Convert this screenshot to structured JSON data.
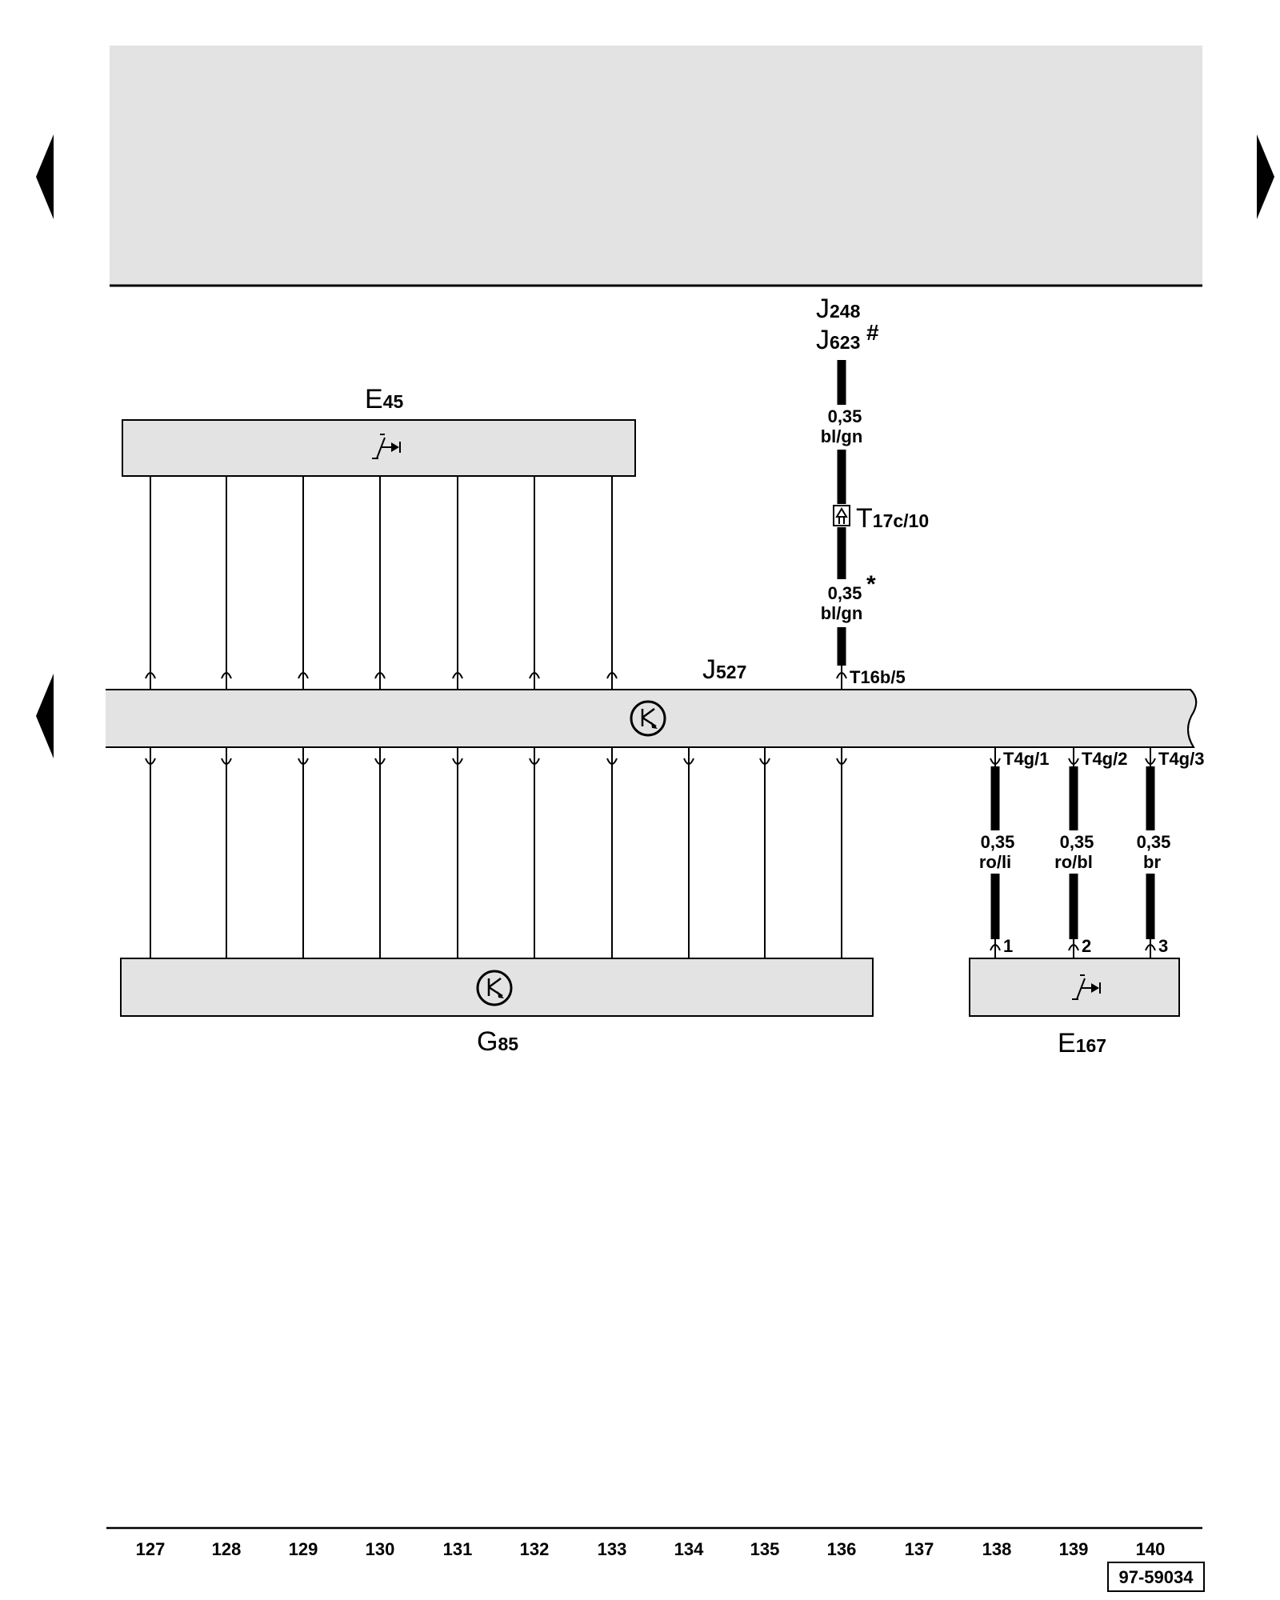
{
  "nav": {
    "prev_top_icon": "triangle-left-icon",
    "next_top_icon": "triangle-right-icon",
    "prev_mid_icon": "triangle-left-icon"
  },
  "components": {
    "e45": {
      "letter": "E",
      "number": "45",
      "symbol": "cruise-switch-icon"
    },
    "j527": {
      "letter": "J",
      "number": "527",
      "symbol": "steering-angle-icon"
    },
    "g85": {
      "letter": "G",
      "number": "85",
      "symbol": "steering-angle-icon"
    },
    "e167": {
      "letter": "E",
      "number": "167",
      "symbol": "cruise-switch-icon"
    },
    "j248": {
      "letter": "J",
      "number": "248"
    },
    "j623": {
      "letter": "J",
      "number": "623",
      "mark": "#"
    }
  },
  "connector_t17c": {
    "letter": "T",
    "number": "17c/10"
  },
  "wires": {
    "top_upper": {
      "size": "0,35",
      "color": "bl/gn"
    },
    "top_lower": {
      "size": "0,35",
      "mark": "*",
      "color": "bl/gn"
    },
    "t4g1": {
      "pin": "T4g/1",
      "size": "0,35",
      "color": "ro/li",
      "end_pin": "1"
    },
    "t4g2": {
      "pin": "T4g/2",
      "size": "0,35",
      "color": "ro/bl",
      "end_pin": "2"
    },
    "t4g3": {
      "pin": "T4g/3",
      "size": "0,35",
      "color": "br",
      "end_pin": "3"
    }
  },
  "pins": {
    "t16b5": "T16b/5"
  },
  "columns": [
    "127",
    "128",
    "129",
    "130",
    "131",
    "132",
    "133",
    "134",
    "135",
    "136",
    "137",
    "138",
    "139",
    "140"
  ],
  "doc_number": "97-59034",
  "colors": {
    "box_fill": "#e3e3e3",
    "line": "#000000"
  }
}
